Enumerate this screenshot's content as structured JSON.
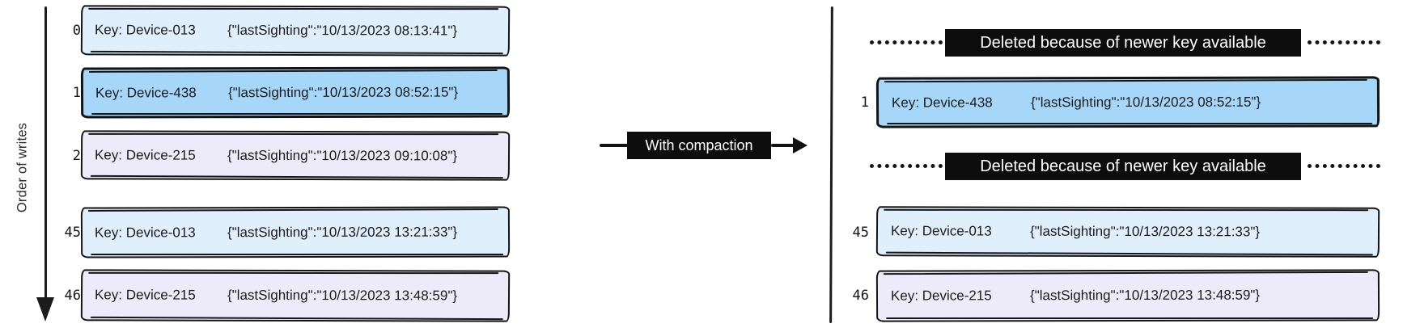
{
  "axis": {
    "label": "Order of writes"
  },
  "compaction": {
    "label": "With compaction"
  },
  "left_log": {
    "rows": [
      {
        "index": "0",
        "key": "Key: Device-013",
        "value": "{\"lastSighting\":\"10/13/2023 08:13:41\"}",
        "color": "lightblue"
      },
      {
        "index": "1",
        "key": "Key: Device-438",
        "value": "{\"lastSighting\":\"10/13/2023 08:52:15\"}",
        "color": "blue"
      },
      {
        "index": "2",
        "key": "Key: Device-215",
        "value": "{\"lastSighting\":\"10/13/2023 09:10:08\"}",
        "color": "lavender"
      },
      {
        "index": "45",
        "key": "Key: Device-013",
        "value": "{\"lastSighting\":\"10/13/2023 13:21:33\"}",
        "color": "lightblue"
      },
      {
        "index": "46",
        "key": "Key: Device-215",
        "value": "{\"lastSighting\":\"10/13/2023 13:48:59\"}",
        "color": "lavender"
      }
    ]
  },
  "right_log": {
    "rows": [
      {
        "type": "deleted",
        "label": "Deleted because of newer key available"
      },
      {
        "type": "record",
        "index": "1",
        "key": "Key: Device-438",
        "value": "{\"lastSighting\":\"10/13/2023 08:52:15\"}",
        "color": "blue"
      },
      {
        "type": "deleted",
        "label": "Deleted because of newer key available"
      },
      {
        "type": "record",
        "index": "45",
        "key": "Key: Device-013",
        "value": "{\"lastSighting\":\"10/13/2023 13:21:33\"}",
        "color": "lightblue"
      },
      {
        "type": "record",
        "index": "46",
        "key": "Key: Device-215",
        "value": "{\"lastSighting\":\"10/13/2023 13:48:59\"}",
        "color": "lavender"
      }
    ]
  },
  "colors": {
    "record_lightblue": "#dfeffb",
    "record_blue": "#a7d7f8",
    "record_lavender": "#edebfa",
    "label_background": "#0d0d0d",
    "stroke": "#141414"
  }
}
